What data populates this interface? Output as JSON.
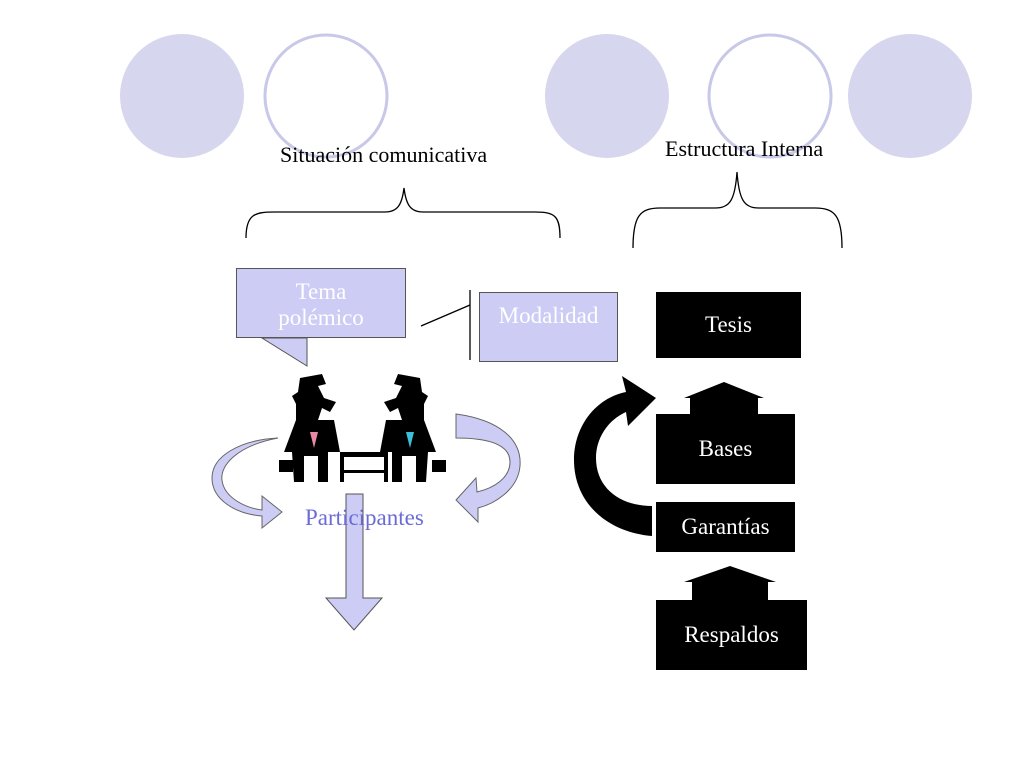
{
  "headings": {
    "situacion": "Situación comunicativa",
    "estructura": "Estructura Interna"
  },
  "left": {
    "tema_line1": "Tema",
    "tema_line2": "polémico",
    "modalidad": "Modalidad",
    "participantes": "Participantes"
  },
  "right": {
    "tesis": "Tesis",
    "bases": "Bases",
    "garantias": "Garantías",
    "respaldos": "Respaldos"
  },
  "colors": {
    "circle_fill": "#d6d6ee",
    "circle_outline": "#c8c8e8",
    "lavender": "#ccccf5",
    "participants_text": "#6b6bd6",
    "black": "#000000"
  }
}
